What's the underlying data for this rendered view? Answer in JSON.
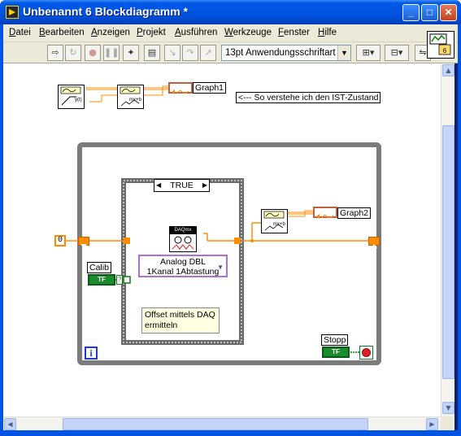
{
  "window": {
    "title": "Unbenannt 6 Blockdiagramm *",
    "minimize": "_",
    "maximize": "□",
    "close": "✕"
  },
  "menu": [
    "Datei",
    "Bearbeiten",
    "Anzeigen",
    "Projekt",
    "Ausführen",
    "Werkzeuge",
    "Fenster",
    "Hilfe"
  ],
  "toolbar": {
    "font": "13pt Anwendungsschriftart",
    "vi_icon_number": "6"
  },
  "diagram": {
    "graph1": "Graph1",
    "graph2": "Graph2",
    "note": "<--- So verstehe ich den IST-Zustand",
    "const_zero": "0",
    "calib": "Calib",
    "stopp": "Stopp",
    "tf_label": "TF",
    "case_value": "TRUE",
    "daq_line1": "Analog DBL",
    "daq_line2": "1Kanal 1Abtastung",
    "daq_icon": "DAQmx",
    "offset_note": "Offset mittels DAQ ermitteln",
    "iteration": "i",
    "question": "?"
  },
  "colors": {
    "wire_orange": "#ff8c00",
    "wire_green": "#0b7a1f",
    "loop_gray": "#7b7b7b",
    "case_gray": "#6b6b6b"
  }
}
